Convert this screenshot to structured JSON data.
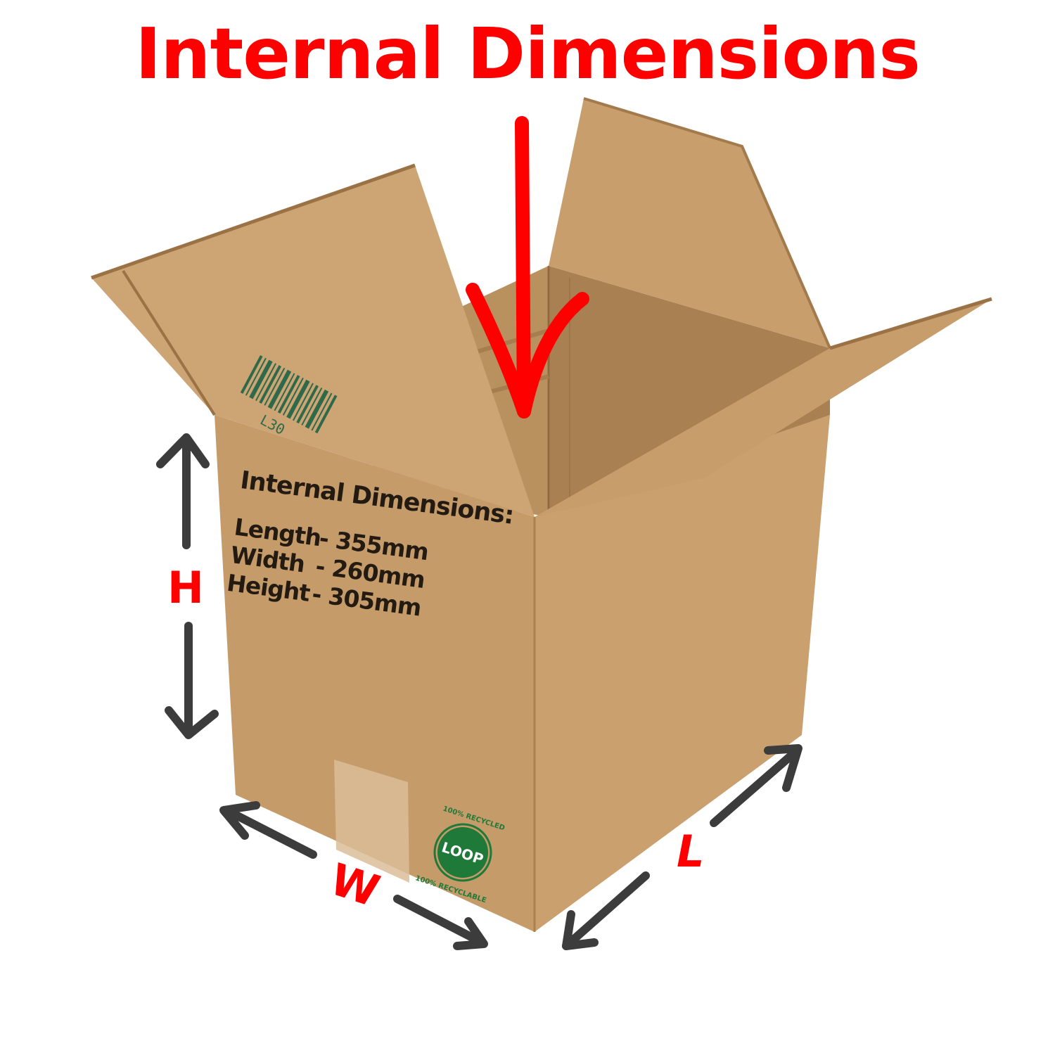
{
  "headline": "Internal Dimensions",
  "box_print": {
    "title": "Internal Dimensions:",
    "rows": [
      {
        "key": "Length",
        "value": "- 355mm"
      },
      {
        "key": "Width",
        "value": "- 260mm"
      },
      {
        "key": "Height",
        "value": "- 305mm"
      }
    ]
  },
  "labels": {
    "height": "H",
    "width": "W",
    "length": "L"
  },
  "barcode_text": "L30",
  "eco_badge": {
    "top_text": "100% RECYCLED",
    "center_text": "LOOP",
    "bottom_text": "100% RECYCLABLE"
  },
  "icons": [
    "down-arrow-icon",
    "height-arrow-icon",
    "width-arrow-icon",
    "length-arrow-icon",
    "barcode-icon",
    "recycle-badge-icon"
  ],
  "colors": {
    "accent": "#ff0000",
    "arrow": "#3c3c3c",
    "cardboard": "#c9a06e",
    "cardboard_dark": "#b0895a",
    "print": "#231a12",
    "badge": "#1f7a3a"
  }
}
